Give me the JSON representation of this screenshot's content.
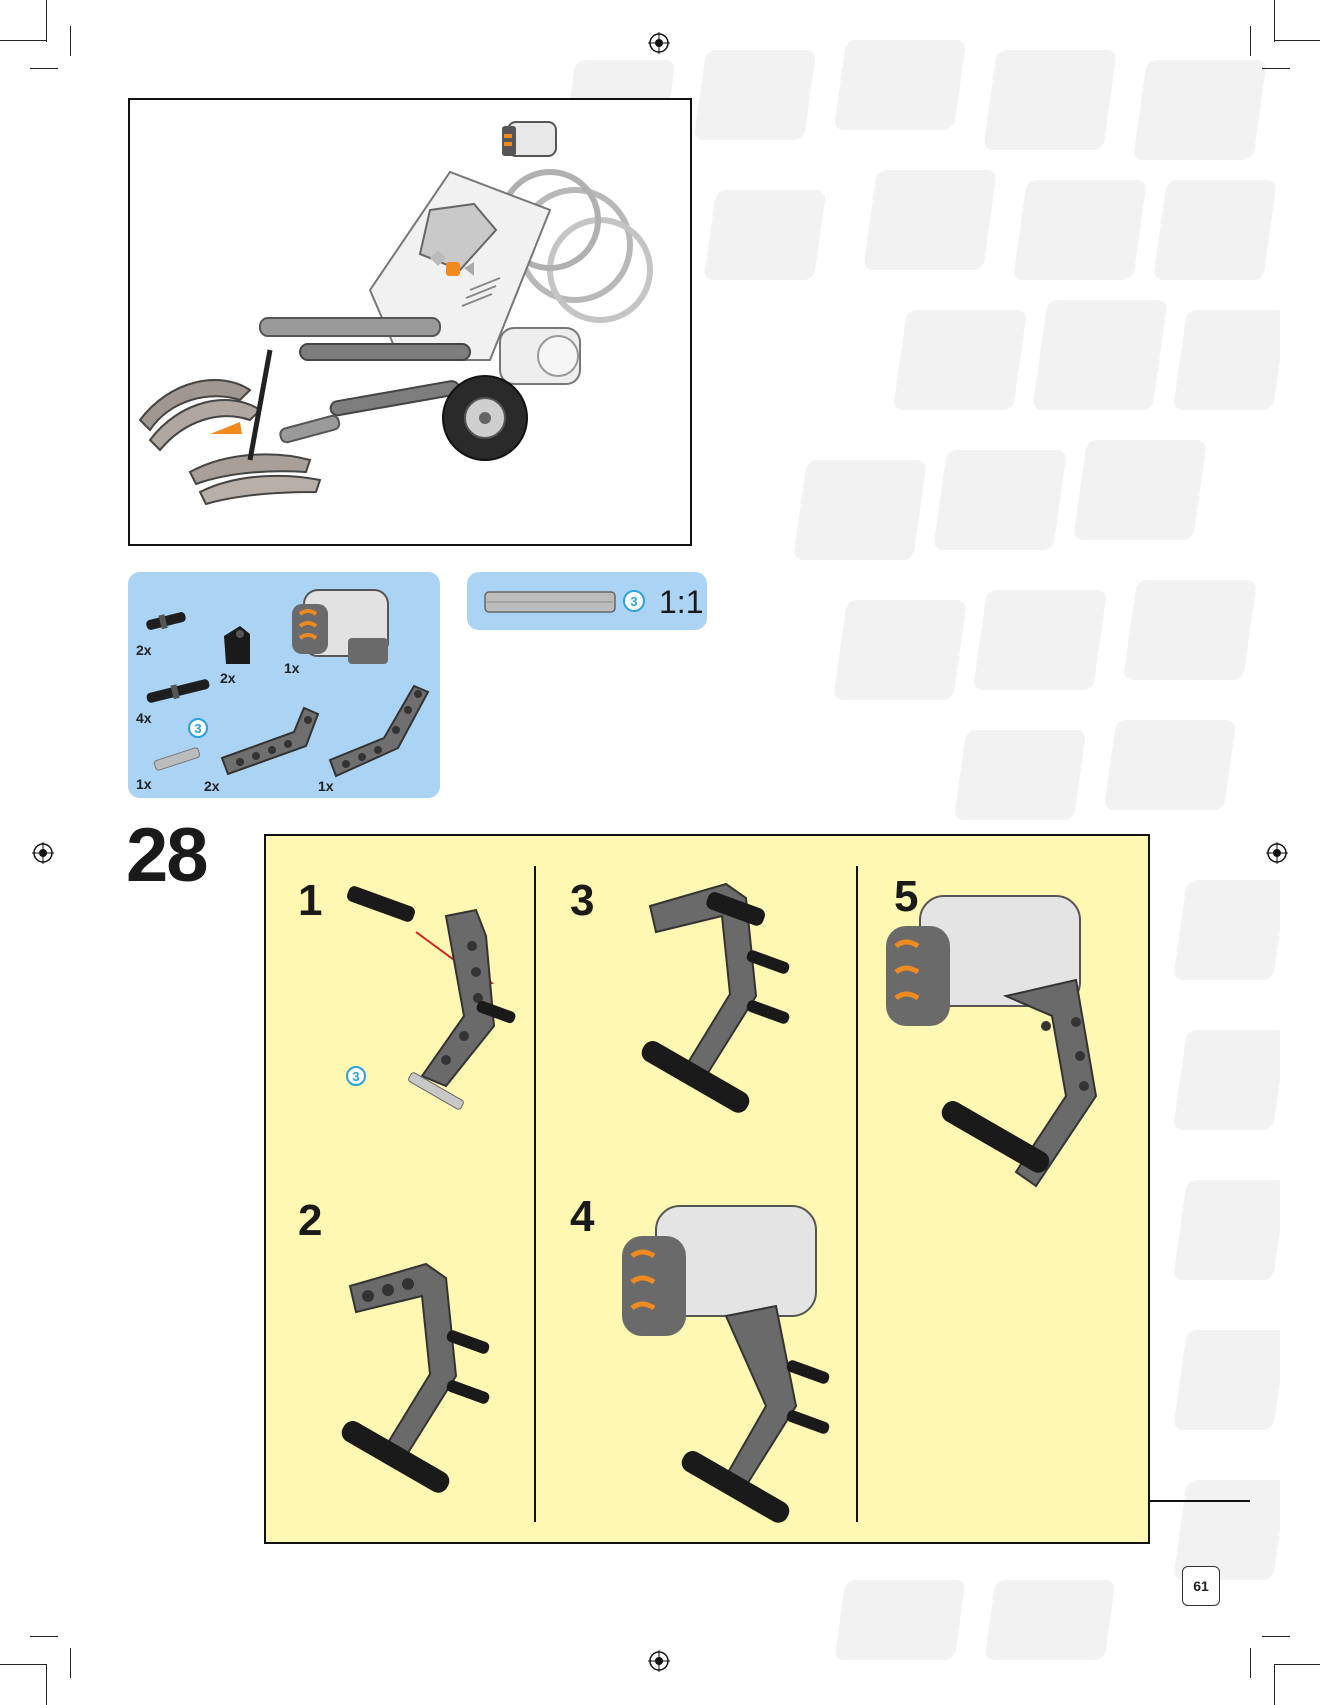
{
  "step": {
    "number": "28"
  },
  "parts_list": [
    {
      "qty": "2x",
      "part": "axle-pin"
    },
    {
      "qty": "2x",
      "part": "angle-connector"
    },
    {
      "qty": "1x",
      "part": "sensor"
    },
    {
      "qty": "4x",
      "part": "long-pin"
    },
    {
      "qty": "1x",
      "part": "axle-3"
    },
    {
      "qty": "2x",
      "part": "bent-beam-l"
    },
    {
      "qty": "1x",
      "part": "bent-beam"
    }
  ],
  "parts_axle_length": "3",
  "scale": {
    "axle_length": "3",
    "ratio": "1:1"
  },
  "substeps": [
    {
      "label": "1",
      "axle_length": "3"
    },
    {
      "label": "2"
    },
    {
      "label": "3"
    },
    {
      "label": "4"
    },
    {
      "label": "5"
    }
  ],
  "page_number": "61",
  "colors": {
    "parts_bg": "#abd3f4",
    "panel_bg": "#fff8b3",
    "accent_orange": "#f08a1e",
    "callout_blue": "#2aa2d8"
  }
}
